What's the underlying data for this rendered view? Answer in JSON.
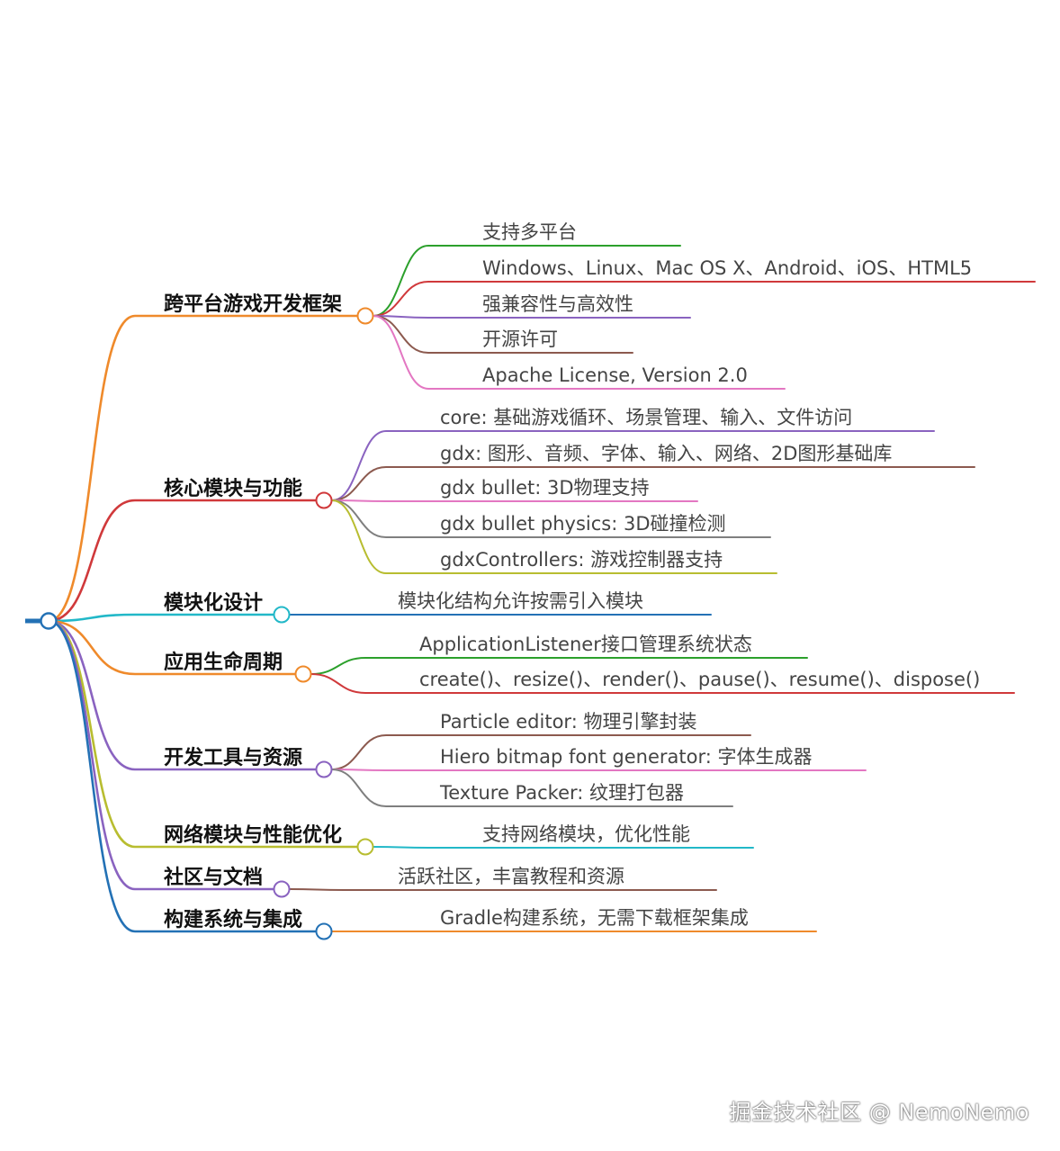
{
  "colors": {
    "orange": "#ef8a2b",
    "red": "#d0393b",
    "cyan": "#22b8c8",
    "purple": "#8a63c0",
    "olive": "#b8bd30",
    "blue": "#2371b5",
    "green": "#2ca02c",
    "brown": "#8c5a4f",
    "pink": "#e377c2",
    "gray": "#7f7f7f"
  },
  "branches": [
    {
      "label": "跨平台游戏开发框架",
      "color": "orange",
      "children": [
        {
          "label": "支持多平台",
          "color": "green"
        },
        {
          "label": "Windows、Linux、Mac OS X、Android、iOS、HTML5",
          "color": "red"
        },
        {
          "label": "强兼容性与高效性",
          "color": "purple"
        },
        {
          "label": "开源许可",
          "color": "brown"
        },
        {
          "label": "Apache License, Version 2.0",
          "color": "pink"
        }
      ]
    },
    {
      "label": "核心模块与功能",
      "color": "red",
      "children": [
        {
          "label": "core: 基础游戏循环、场景管理、输入、文件访问",
          "color": "purple"
        },
        {
          "label": "gdx: 图形、音频、字体、输入、网络、2D图形基础库",
          "color": "brown"
        },
        {
          "label": "gdx bullet: 3D物理支持",
          "color": "pink"
        },
        {
          "label": "gdx bullet physics: 3D碰撞检测",
          "color": "gray"
        },
        {
          "label": "gdxControllers: 游戏控制器支持",
          "color": "olive"
        }
      ]
    },
    {
      "label": "模块化设计",
      "color": "cyan",
      "children": [
        {
          "label": "模块化结构允许按需引入模块",
          "color": "blue"
        }
      ]
    },
    {
      "label": "应用生命周期",
      "color": "orange",
      "children": [
        {
          "label": "ApplicationListener接口管理系统状态",
          "color": "green"
        },
        {
          "label": "create()、resize()、render()、pause()、resume()、dispose()",
          "color": "red"
        }
      ]
    },
    {
      "label": "开发工具与资源",
      "color": "purple",
      "children": [
        {
          "label": "Particle editor: 物理引擎封装",
          "color": "brown"
        },
        {
          "label": "Hiero bitmap font generator: 字体生成器",
          "color": "pink"
        },
        {
          "label": "Texture Packer: 纹理打包器",
          "color": "gray"
        }
      ]
    },
    {
      "label": "网络模块与性能优化",
      "color": "olive",
      "children": [
        {
          "label": "支持网络模块，优化性能",
          "color": "cyan"
        }
      ]
    },
    {
      "label": "社区与文档",
      "color": "purple",
      "children": [
        {
          "label": "活跃社区，丰富教程和资源",
          "color": "brown"
        }
      ]
    },
    {
      "label": "构建系统与集成",
      "color": "blue",
      "children": [
        {
          "label": "Gradle构建系统，无需下载框架集成",
          "color": "orange"
        }
      ]
    }
  ],
  "watermark": "掘金技术社区 @ NemoNemo"
}
